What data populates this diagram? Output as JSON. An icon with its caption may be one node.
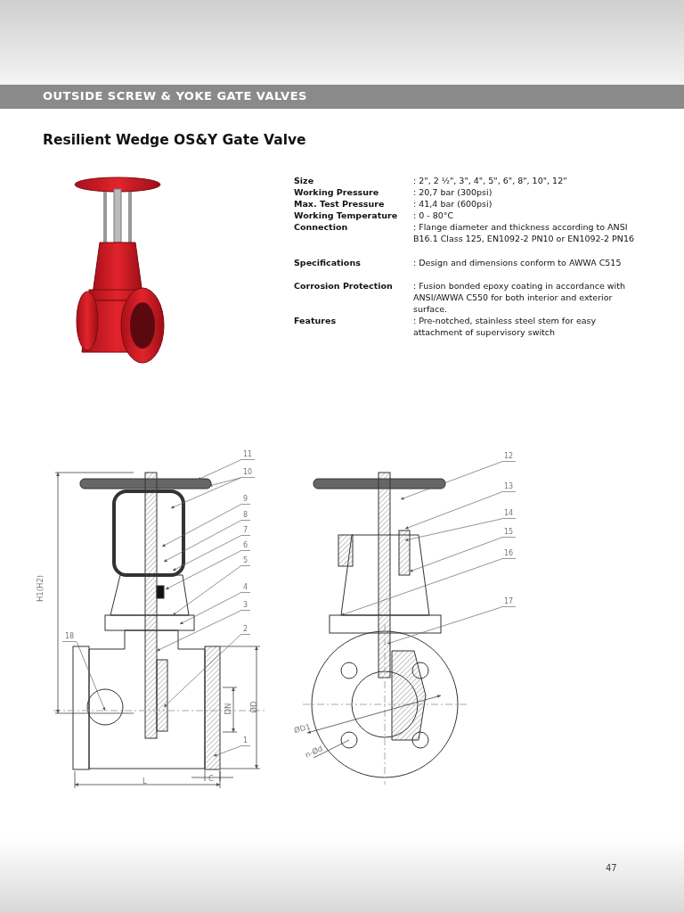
{
  "diagram": {
    "title": "Resilient Wedge OS&Y Gate Valve",
    "nodes": [
      {
        "text": [
          "11"
        ]
      },
      {
        "text": [
          "10"
        ]
      },
      {
        "text": [
          "9"
        ]
      },
      {
        "text": [
          "8"
        ]
      },
      {
        "text": [
          "7"
        ]
      },
      {
        "text": [
          "6"
        ]
      },
      {
        "text": [
          "5"
        ]
      },
      {
        "text": [
          "4"
        ]
      },
      {
        "text": [
          "3"
        ]
      },
      {
        "text": [
          "2"
        ]
      },
      {
        "text": [
          "18"
        ]
      },
      {
        "text": [
          "1"
        ]
      },
      {
        "text": [
          "12"
        ]
      },
      {
        "text": [
          "13"
        ]
      },
      {
        "text": [
          "14"
        ]
      },
      {
        "text": [
          "15"
        ]
      },
      {
        "text": [
          "16"
        ]
      },
      {
        "text": [
          "17"
        ]
      }
    ],
    "edges": [
      {
        "from": 0,
        "to": null,
        "arrow": "to"
      },
      {
        "from": 1,
        "to": null,
        "arrow": "to"
      },
      {
        "from": 1,
        "to": null,
        "arrow": "to"
      },
      {
        "from": 2,
        "to": null,
        "arrow": "to"
      },
      {
        "from": 3,
        "to": null,
        "arrow": "to"
      },
      {
        "from": 4,
        "to": null,
        "arrow": "to"
      },
      {
        "from": 5,
        "to": null,
        "arrow": "to"
      },
      {
        "from": 6,
        "to": null,
        "arrow": "to"
      },
      {
        "from": 7,
        "to": null,
        "arrow": "to"
      },
      {
        "from": 8,
        "to": null,
        "arrow": "to"
      },
      {
        "from": 9,
        "to": null,
        "arrow": "to"
      },
      {
        "from": 10,
        "to": null,
        "arrow": "to"
      },
      {
        "from": 11,
        "to": null,
        "arrow": "to"
      },
      {
        "from": 12,
        "to": null,
        "arrow": "to"
      },
      {
        "from": 13,
        "to": null,
        "arrow": "to"
      },
      {
        "from": 14,
        "to": null,
        "arrow": "to"
      },
      {
        "from": 15,
        "to": null,
        "arrow": "to"
      },
      {
        "from": 16,
        "to": null,
        "arrow": "to"
      },
      {
        "from": 17,
        "to": null,
        "arrow": "to"
      }
    ],
    "labels": [
      "OUTSIDE SCREW & YOKE GATE VALVES",
      "Size",
      ": 2\", 2 ½\", 3\", 4\", 5\", 6\", 8\", 10\", 12\"",
      "Working Pressure",
      ": 20,7 bar (300psi)",
      "Max. Test Pressure",
      ": 41,4 bar (600psi)",
      "Working Temperature",
      ": 0 - 80°C",
      "Connection",
      ": Flange diameter and thickness according to ANSI B16.1 Class 125, EN1092-2 PN10 or EN1092-2 PN16",
      "Specifications",
      ": Design and dimensions conform to AWWA C515",
      "Corrosion Protection",
      ": Fusion bonded epoxy coating in accordance with ANSI/AWWA C550 for both interior and exterior surface.",
      "Features",
      ": Pre-notched, stainless steel stem for easy attachment of supervisory switch",
      "H1(H2)",
      "DN",
      "ØD",
      "C",
      "L",
      "ØD1",
      "n-Ød",
      "47"
    ]
  }
}
